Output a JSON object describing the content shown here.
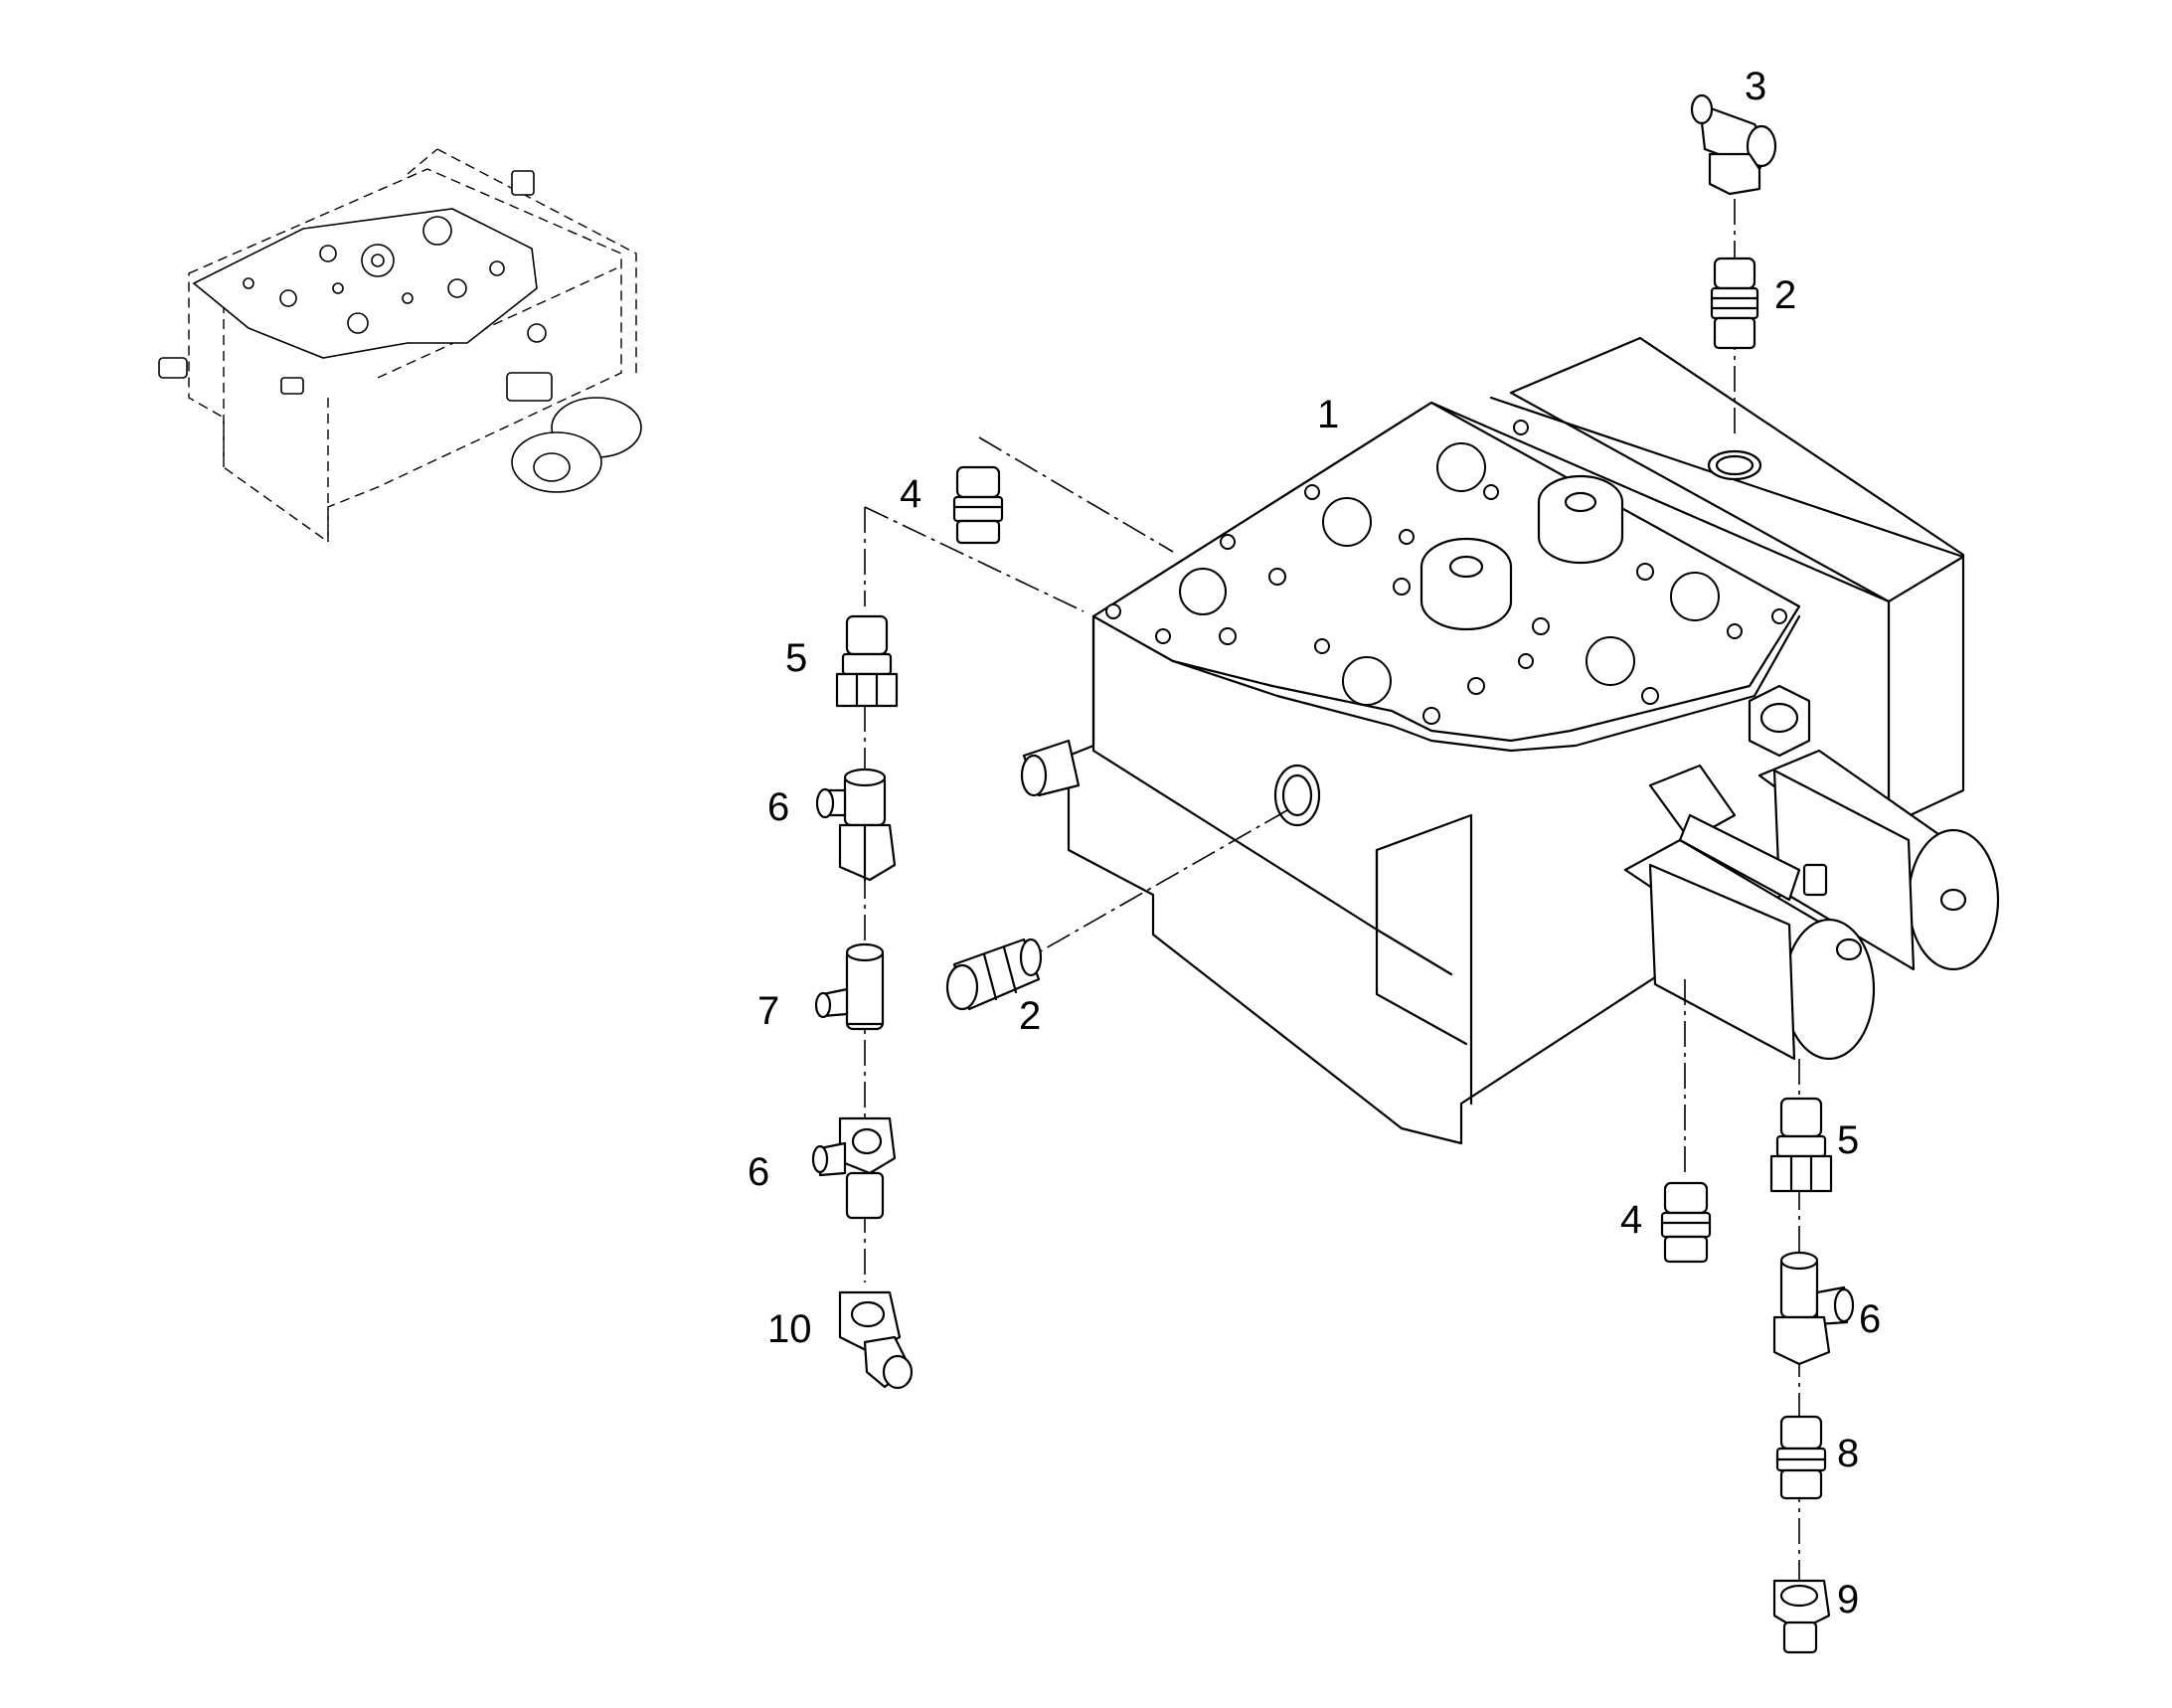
{
  "callouts": {
    "c1": "1",
    "c2_top": "2",
    "c2_mid": "2",
    "c3": "3",
    "c4_left": "4",
    "c4_right": "4",
    "c5_left": "5",
    "c5_right": "5",
    "c6_left_a": "6",
    "c6_left_b": "6",
    "c6_right": "6",
    "c7": "7",
    "c8": "8",
    "c9": "9",
    "c10": "10"
  }
}
